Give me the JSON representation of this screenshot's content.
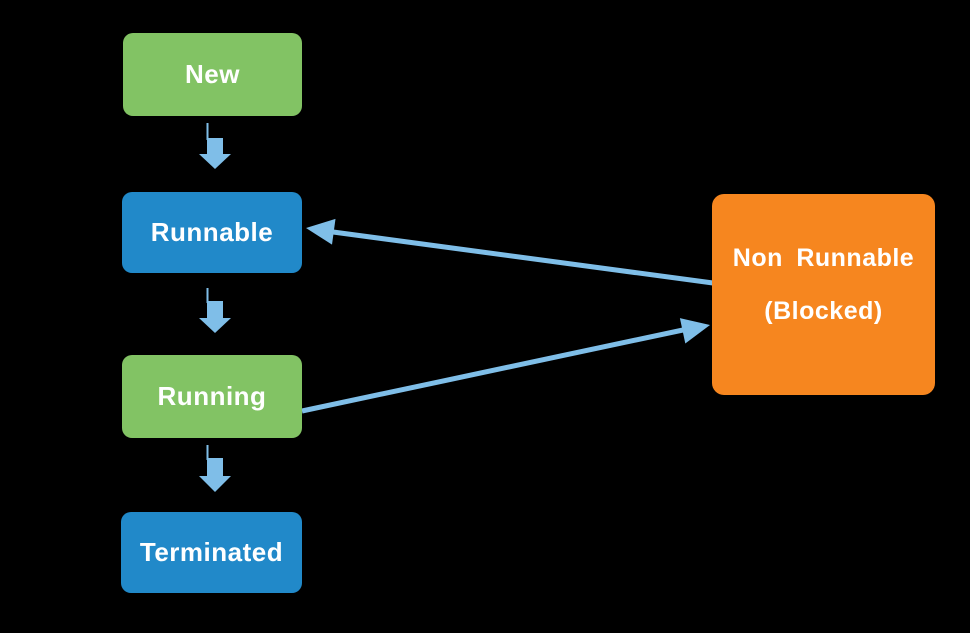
{
  "colors": {
    "background": "#000000",
    "box_green": "#82C364",
    "box_blue": "#2189C9",
    "box_orange": "#F6861F",
    "arrow_blue": "#7FBEE8",
    "text_white": "#FFFFFF"
  },
  "diagram": {
    "type": "state-diagram",
    "subject": "thread-lifecycle",
    "nodes": [
      {
        "id": "new",
        "label": "New",
        "fill": "green"
      },
      {
        "id": "runnable",
        "label": "Runnable",
        "fill": "blue"
      },
      {
        "id": "running",
        "label": "Running",
        "fill": "green"
      },
      {
        "id": "terminated",
        "label": "Terminated",
        "fill": "blue"
      },
      {
        "id": "non_runnable",
        "label": "Non Runnable",
        "sublabel": "(Blocked)",
        "fill": "orange"
      }
    ],
    "edges": [
      {
        "from": "New",
        "to": "Runnable"
      },
      {
        "from": "Runnable",
        "to": "Running"
      },
      {
        "from": "Running",
        "to": "Terminated"
      },
      {
        "from": "Running",
        "to": "Non Runnable (Blocked)"
      },
      {
        "from": "Non Runnable (Blocked)",
        "to": "Runnable"
      }
    ]
  }
}
